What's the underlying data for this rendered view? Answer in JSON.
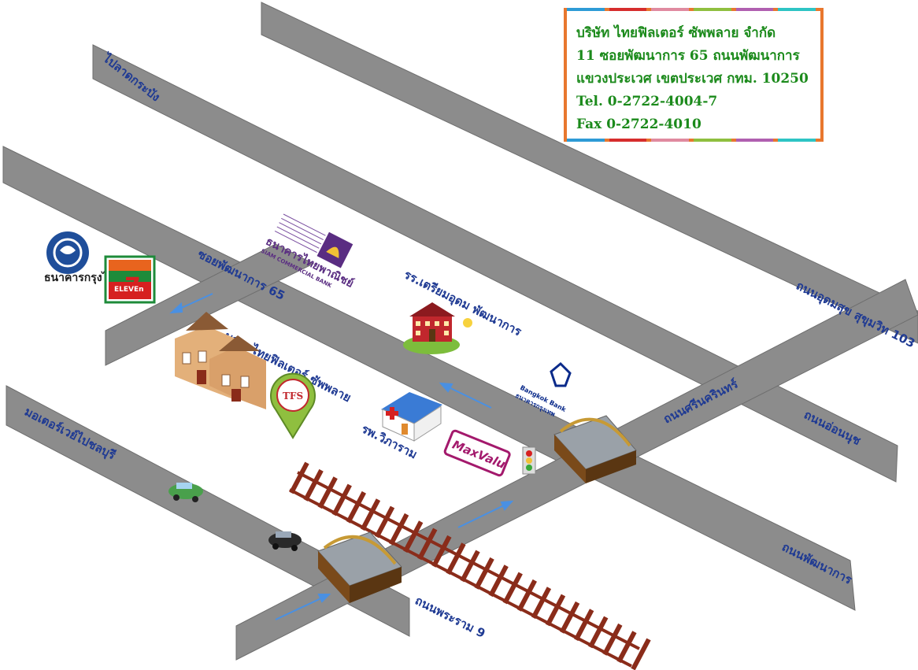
{
  "company_info": {
    "lines": [
      "บริษัท ไทยฟิลเตอร์ ซัพพลาย จำกัด",
      "11 ซอยพัฒนาการ 65 ถนนพัฒนาการ",
      "แขวงประเวศ เขตประเวศ กทม. 10250",
      "Tel.  0-2722-4004-7",
      "Fax 0-2722-4010"
    ],
    "border_color": "#e8772e",
    "text_color": "#1b8a1b",
    "strip_colors": [
      "#2e9bd6",
      "#d62d2d",
      "#e08aa0",
      "#8fbf3f",
      "#b05fb0",
      "#2ec4c4"
    ]
  },
  "roads": {
    "lat_krabang": "ไปลาดกระบัง",
    "soi_pattanakarn_65": "ซอยพัฒนาการ 65",
    "udomsuk_sukhumvit": "ถนนอุดมสุข สุขุมวิท 103",
    "srinakarin": "ถนนศรีนครินทร์",
    "on_nut": "ถนนอ่อนนุช",
    "pattanakarn": "ถนนพัฒนาการ",
    "rama_9": "ถนนพระราม 9",
    "motorway": "มอเตอร์เวย์ไปชลบุรี"
  },
  "pois": {
    "ktb": {
      "name": "ธนาคารกรุงไทย",
      "prefix": "ธนาคาร"
    },
    "seven_eleven": {
      "brand": "ELEVEn",
      "number": "7"
    },
    "scb": {
      "name_th": "ธนาคารไทยพาณิชย์",
      "name_en": "SIAM COMMERCIAL BANK"
    },
    "school": "รร.เตรียมอุดม พัฒนาการ",
    "company": "บจก. ไทยฟิลเตอร์ ซัพพลาย",
    "tfs_marker": "TFS",
    "hospital": "รพ.วิภาราม",
    "maxvalu": "MaxValu",
    "bbl": {
      "name_en": "Bangkok Bank",
      "name_th": "ธนาคารกรุงเทพ"
    }
  },
  "colors": {
    "road": "#8c8c8c",
    "road_label": "#1f3a93",
    "rail": "#8a2c1a",
    "arrow": "#4a90e2"
  }
}
